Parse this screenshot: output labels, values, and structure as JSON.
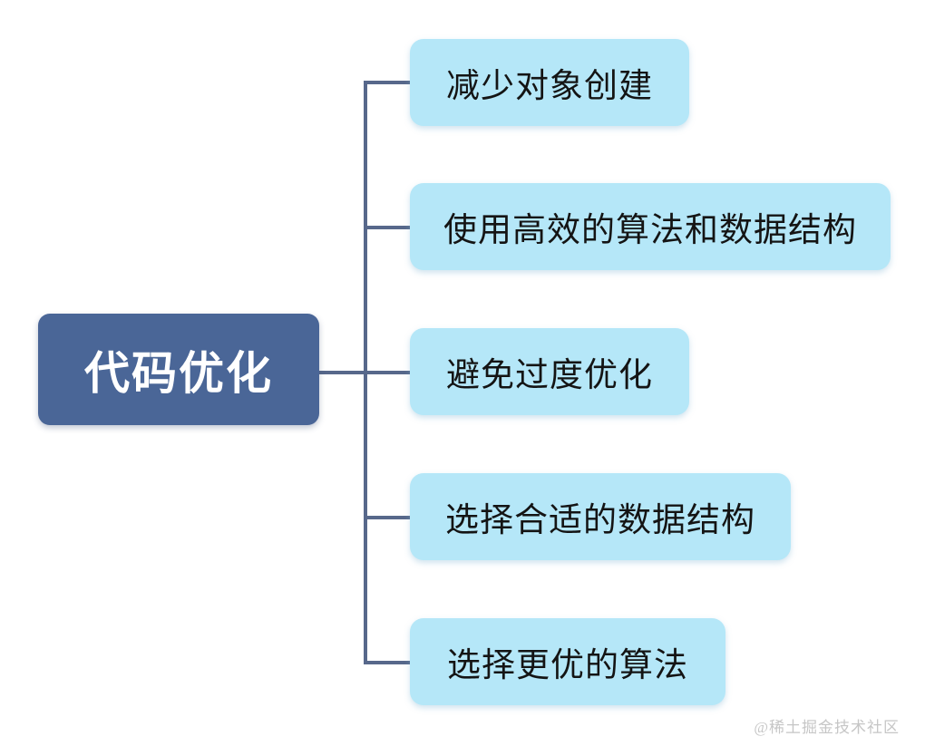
{
  "diagram": {
    "type": "mindmap",
    "root": {
      "label": "代码优化"
    },
    "children": [
      {
        "label": "减少对象创建"
      },
      {
        "label": "使用高效的算法和数据结构"
      },
      {
        "label": "避免过度优化"
      },
      {
        "label": "选择合适的数据结构"
      },
      {
        "label": "选择更优的算法"
      }
    ],
    "colors": {
      "background": "#ffffff",
      "root_fill": "#4a6697",
      "root_text": "#ffffff",
      "child_fill": "#b5e7f8",
      "child_text": "#141414",
      "connector": "#57688b",
      "watermark": "#c6c6c6"
    }
  },
  "watermark": {
    "text": "@稀土掘金技术社区"
  }
}
